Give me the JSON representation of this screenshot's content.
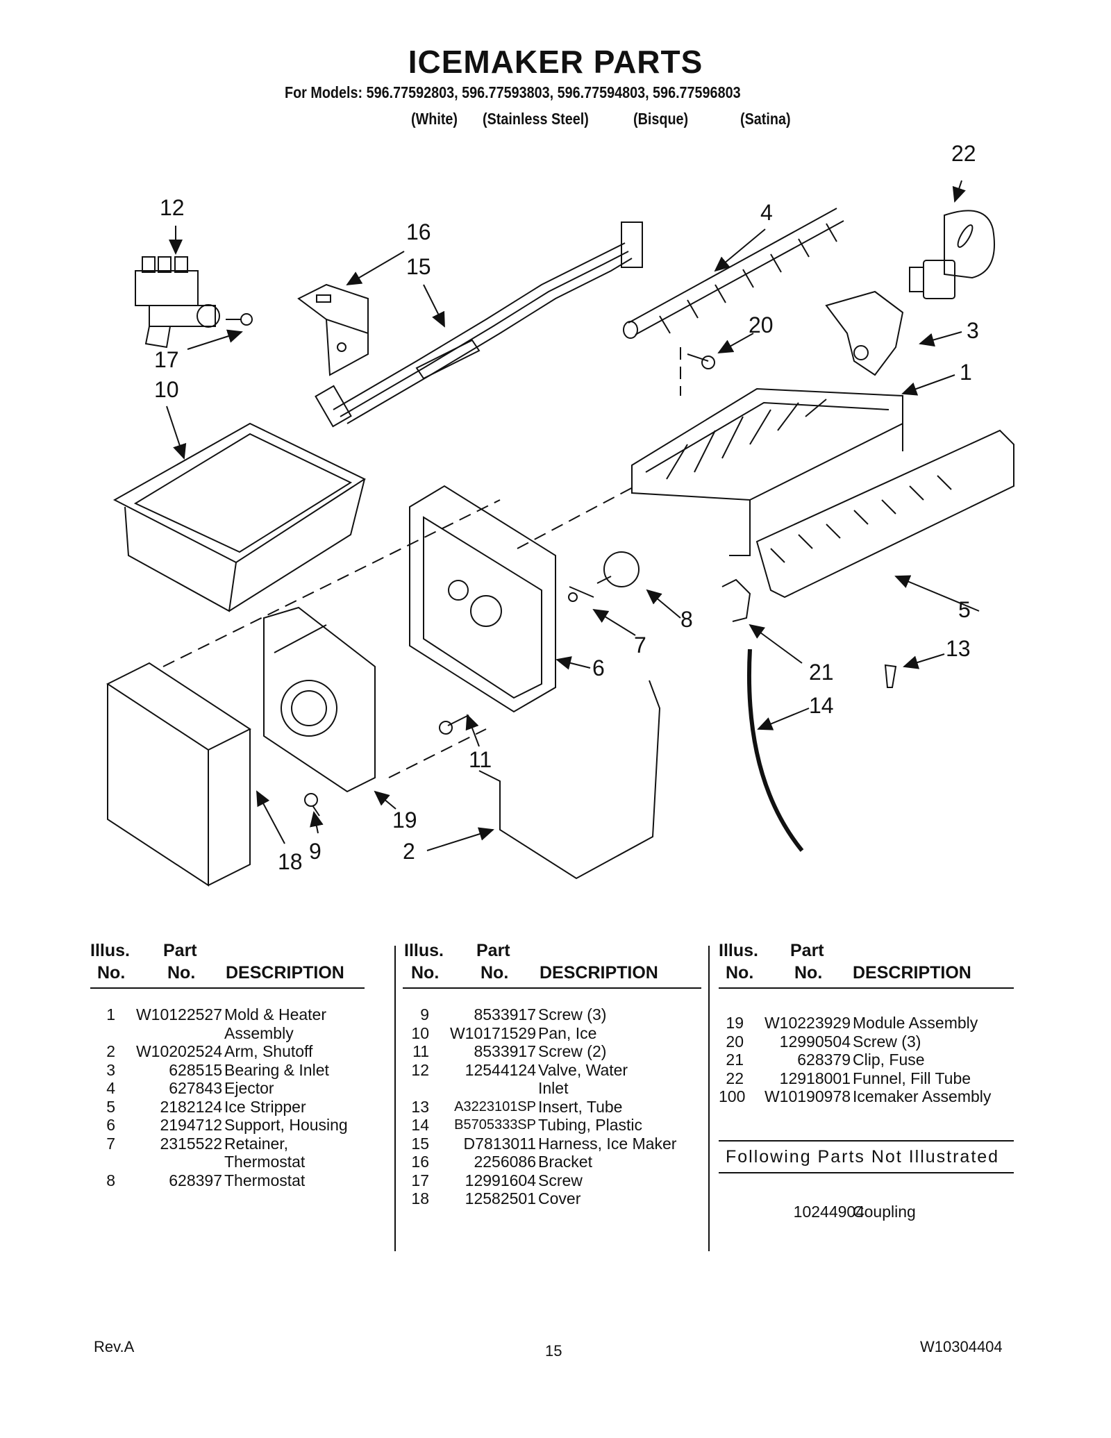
{
  "title": "ICEMAKER PARTS",
  "models_line": "For Models: 596.77592803, 596.77593803, 596.77594803, 596.77596803",
  "colors": [
    "(White)",
    "(Stainless Steel)",
    "(Bisque)",
    "(Satina)"
  ],
  "callouts": [
    "22",
    "12",
    "16",
    "4",
    "15",
    "20",
    "3",
    "17",
    "1",
    "10",
    "5",
    "8",
    "7",
    "21",
    "13",
    "6",
    "14",
    "11",
    "19",
    "2",
    "9",
    "18"
  ],
  "table_headers": {
    "illus": "Illus.",
    "no": "No.",
    "part": "Part",
    "part_no": "No.",
    "description": "DESCRIPTION"
  },
  "columns": [
    [
      {
        "no": "1",
        "part": "W10122527",
        "desc": [
          "Mold & Heater",
          "Assembly"
        ]
      },
      {
        "no": "2",
        "part": "W10202524",
        "desc": [
          "Arm, Shutoff"
        ]
      },
      {
        "no": "3",
        "part": "628515",
        "desc": [
          "Bearing & Inlet"
        ]
      },
      {
        "no": "4",
        "part": "627843",
        "desc": [
          "Ejector"
        ]
      },
      {
        "no": "5",
        "part": "2182124",
        "desc": [
          "Ice Stripper"
        ]
      },
      {
        "no": "6",
        "part": "2194712",
        "desc": [
          "Support, Housing"
        ]
      },
      {
        "no": "7",
        "part": "2315522",
        "desc": [
          "Retainer,",
          "Thermostat"
        ]
      },
      {
        "no": "8",
        "part": "628397",
        "desc": [
          "Thermostat"
        ]
      }
    ],
    [
      {
        "no": "9",
        "part": "8533917",
        "desc": [
          "Screw (3)"
        ]
      },
      {
        "no": "10",
        "part": "W10171529",
        "desc": [
          "Pan, Ice"
        ]
      },
      {
        "no": "11",
        "part": "8533917",
        "desc": [
          "Screw (2)"
        ]
      },
      {
        "no": "12",
        "part": "12544124",
        "desc": [
          "Valve, Water",
          "Inlet"
        ]
      },
      {
        "no": "13",
        "part": "A3223101SP",
        "desc": [
          "Insert, Tube"
        ]
      },
      {
        "no": "14",
        "part": "B5705333SP",
        "desc": [
          "Tubing, Plastic"
        ]
      },
      {
        "no": "15",
        "part": "D7813011",
        "desc": [
          "Harness, Ice Maker"
        ]
      },
      {
        "no": "16",
        "part": "2256086",
        "desc": [
          "Bracket"
        ]
      },
      {
        "no": "17",
        "part": "12991604",
        "desc": [
          "Screw"
        ]
      },
      {
        "no": "18",
        "part": "12582501",
        "desc": [
          "Cover"
        ]
      }
    ],
    [
      {
        "no": "19",
        "part": "W10223929",
        "desc": [
          "Module Assembly"
        ]
      },
      {
        "no": "20",
        "part": "12990504",
        "desc": [
          "Screw (3)"
        ]
      },
      {
        "no": "21",
        "part": "628379",
        "desc": [
          "Clip, Fuse"
        ]
      },
      {
        "no": "22",
        "part": "12918001",
        "desc": [
          "Funnel, Fill Tube"
        ]
      },
      {
        "no": "100",
        "part": "W10190978",
        "desc": [
          "Icemaker Assembly"
        ]
      }
    ]
  ],
  "not_illustrated_heading": "Following Parts Not Illustrated",
  "not_illustrated": [
    {
      "part": "10244904",
      "desc": "Coupling"
    }
  ],
  "footer": {
    "rev": "Rev.A",
    "page": "15",
    "doc": "W10304404"
  }
}
